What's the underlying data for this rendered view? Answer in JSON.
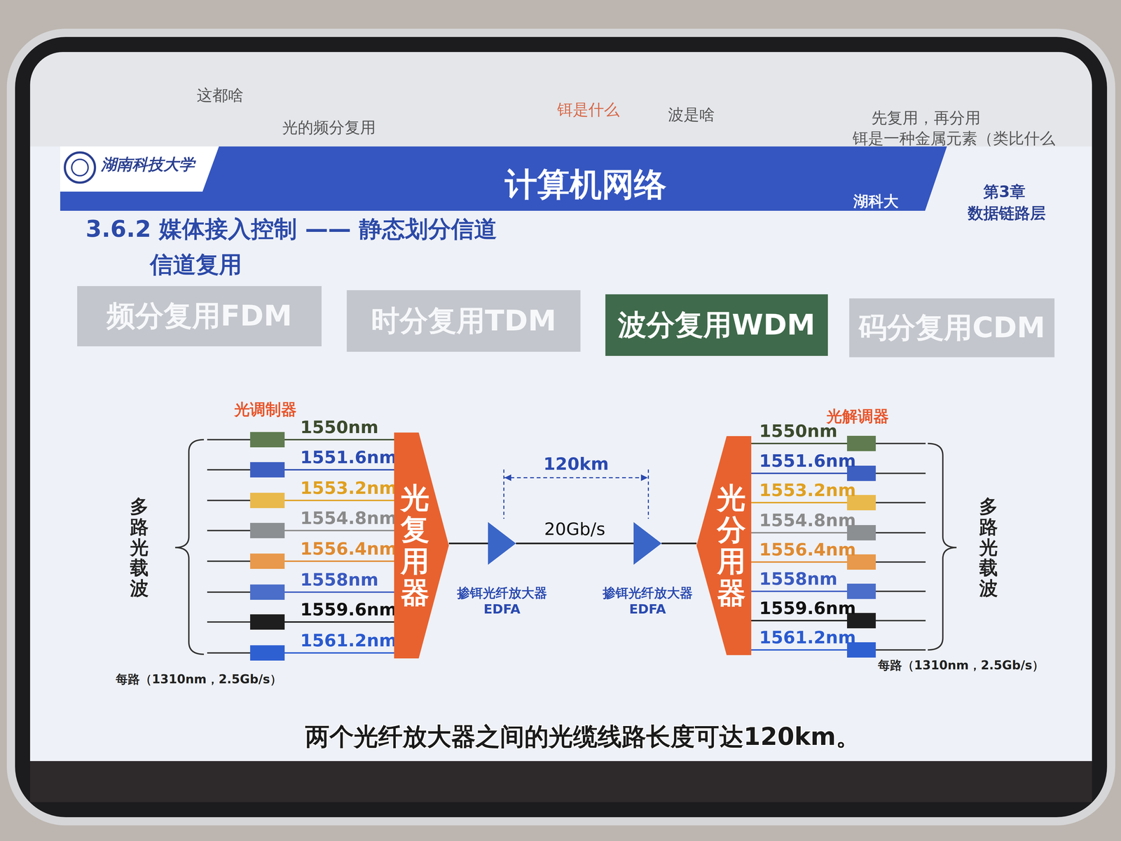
{
  "diagram": {
    "title": "计算机网络",
    "caption": "两个光纤放大器之间的光缆线路长度可达120km。",
    "nodes": [
      {
        "text": [
          "频分复用FDM"
        ]
      },
      {
        "text": [
          "时分复用TDM"
        ]
      },
      {
        "text": [
          "波分复用WDM"
        ]
      },
      {
        "text": [
          "码分复用CDM"
        ]
      },
      {
        "text": [
          "光复用器"
        ]
      },
      {
        "text": [
          "掺铒光纤放大器 EDFA"
        ]
      },
      {
        "text": [
          "掺铒光纤放大器 EDFA"
        ]
      },
      {
        "text": [
          "光分用器"
        ]
      }
    ],
    "edges": [
      {
        "from": 4,
        "to": 5,
        "arrow": "none"
      },
      {
        "from": 5,
        "to": 6,
        "label": "20Gb/s",
        "arrow": "none"
      },
      {
        "from": 6,
        "to": 7,
        "arrow": "none"
      }
    ],
    "labels": [
      "这都啥",
      "光的频分复用",
      "铒是什么",
      "波是啥",
      "先复用，再分用",
      "铒是一种金属元素（类比什么",
      "湖南科技大学",
      "湖科大",
      "第3章",
      "数据链路层",
      "3.6.2 媒体接入控制 —— 静态划分信道",
      "信道复用",
      "光调制器",
      "1550nm",
      "1551.6nm",
      "1553.2nm",
      "1554.8nm",
      "1556.4nm",
      "1558nm",
      "1559.6nm",
      "1561.2nm",
      "120km",
      "光解调器",
      "1550nm",
      "1551.6nm",
      "1553.2nm",
      "1554.8nm",
      "1556.4nm",
      "1558nm",
      "1559.6nm",
      "1561.2nm",
      "多路光载波",
      "多路光载波",
      "每路（1310nm，2.5Gb/s）",
      "每路（1310nm，2.5Gb/s）"
    ]
  }
}
